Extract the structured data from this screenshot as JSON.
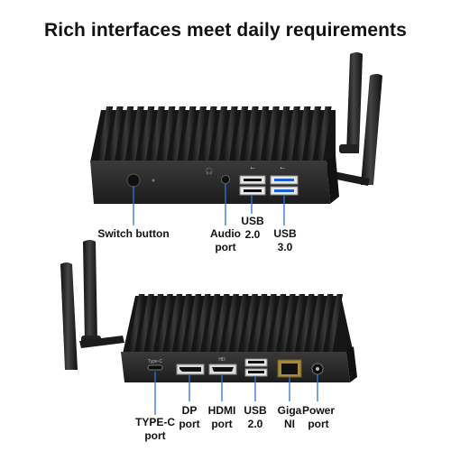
{
  "headline": "Rich interfaces meet daily requirements",
  "top_device": {
    "labels": {
      "switch_button": "Switch button",
      "audio_port": "Audio\nport",
      "usb2": "USB\n2.0",
      "usb3": "USB\n3.0"
    },
    "icons": [
      "power-button-icon",
      "headphone-icon",
      "usb-icon",
      "usb3-icon"
    ]
  },
  "bottom_device": {
    "labels": {
      "type_c": "TYPE-C\nport",
      "dp": "DP\nport",
      "hdmi": "HDMI\nport",
      "usb2": "USB\n2.0",
      "giga": "Giga\nNI",
      "power": "Power\nport"
    },
    "panel_text": {
      "type_c": "Type-C",
      "hdmi": "HD"
    }
  },
  "colors": {
    "accent_line": "#2f73d9",
    "chassis": "#2b2b2b",
    "fins": "#1a1a1a",
    "usb3_blue": "#1d5fc8",
    "ethernet_gold": "#c9a24a"
  }
}
